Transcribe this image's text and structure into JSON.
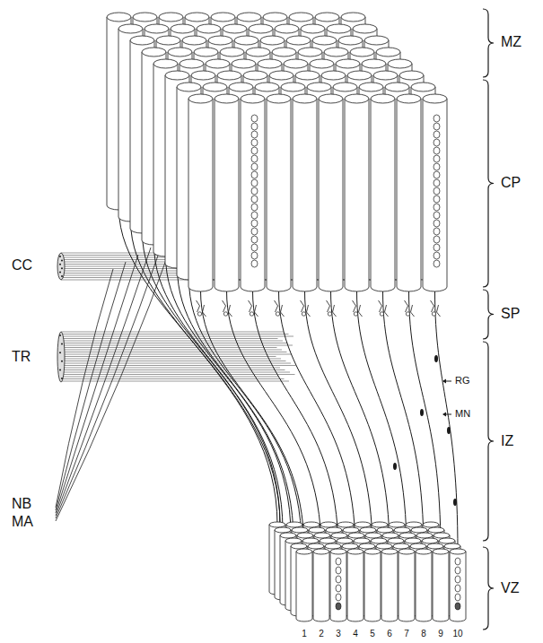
{
  "diagram": {
    "labels": [
      "MZ",
      "CP",
      "SP",
      "CC",
      "RG",
      "TR",
      "MN",
      "IZ",
      "NB",
      "MA",
      "VZ",
      "1",
      "2",
      "3",
      "4",
      "5",
      "6",
      "7",
      "8",
      "9",
      "10"
    ]
  }
}
